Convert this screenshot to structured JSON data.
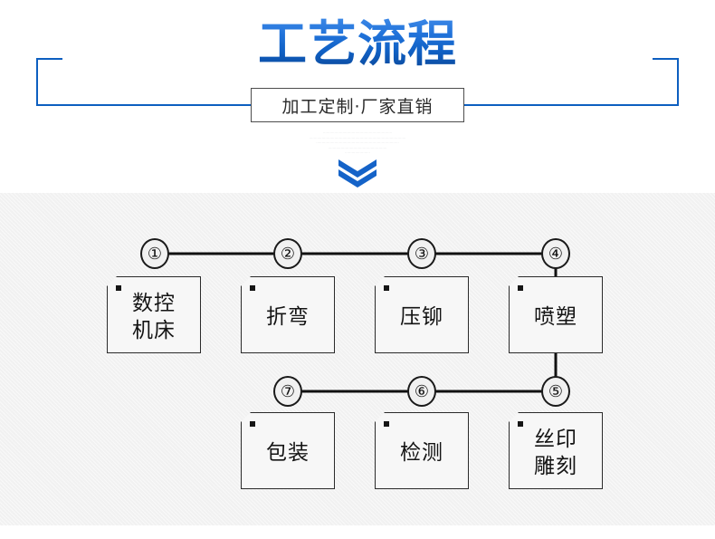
{
  "header": {
    "title": "工艺流程",
    "subtitle": "加工定制·厂家直销",
    "chevron_icon": "chevron-double-down-icon",
    "accent_color": "#0d5fc0",
    "title_gradient_top": "#3f8ae8",
    "title_gradient_bottom": "#0b4694",
    "faint_lines": [
      "............................................................",
      "....................................................................................",
      "........................................................................",
      "...................................................",
      "......................"
    ]
  },
  "flow": {
    "panel_background": "#f1f1f1",
    "row1": [
      {
        "number": "①",
        "label": "数控机床",
        "label_lines": [
          "数控",
          "机床"
        ]
      },
      {
        "number": "②",
        "label": "折弯",
        "label_lines": [
          "折弯"
        ]
      },
      {
        "number": "③",
        "label": "压铆",
        "label_lines": [
          "压铆"
        ]
      },
      {
        "number": "④",
        "label": "喷塑",
        "label_lines": [
          "喷塑"
        ]
      }
    ],
    "row2": [
      {
        "number": "⑦",
        "label": "包装",
        "label_lines": [
          "包装"
        ]
      },
      {
        "number": "⑥",
        "label": "检测",
        "label_lines": [
          "检测"
        ]
      },
      {
        "number": "⑤",
        "label": "丝印雕刻",
        "label_lines": [
          "丝印",
          "雕刻"
        ]
      }
    ]
  }
}
